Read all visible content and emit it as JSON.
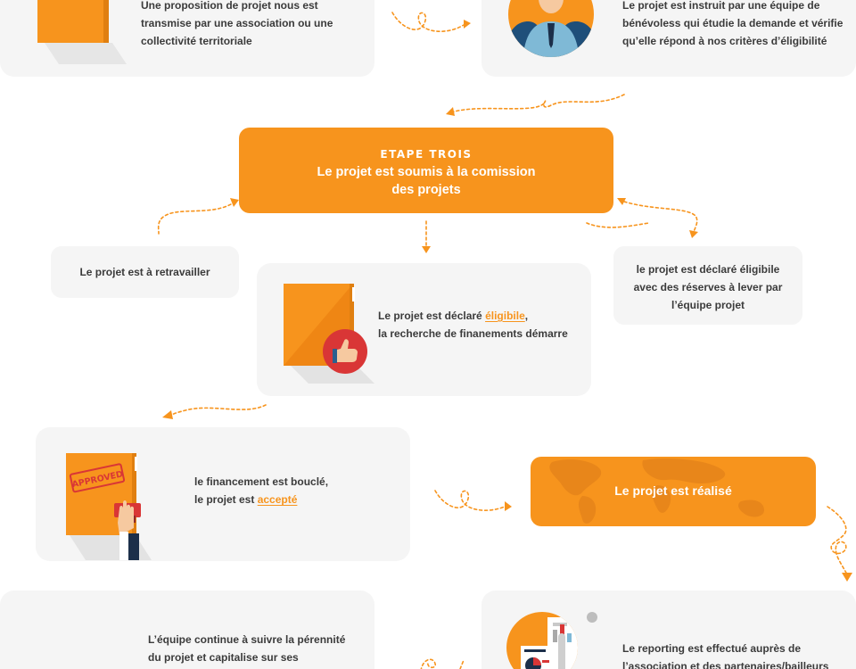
{
  "step1": {
    "text": "Une proposition de projet nous est transmise par une association ou une collectivité territoriale"
  },
  "step2": {
    "text": "Le projet est instruit par une équipe de bénévoless qui étudie la demande et vérifie qu’elle répond à nos critères d’éligibilité"
  },
  "step3": {
    "kicker": "ETAPE TROIS",
    "title": "Le projet est soumis à la comission des projets"
  },
  "outcome_left": {
    "text": "Le projet est à retravailler"
  },
  "outcome_center": {
    "text_before": "Le projet est déclaré",
    "highlight": "éligibile",
    "text_after": "la recherche de finanements démarre"
  },
  "outcome_right": {
    "text": "le projet est déclaré éligibile avec des réserves à lever par l’équipe projet"
  },
  "funding": {
    "line1": "le financement est bouclé,",
    "text_before": "le projet est",
    "highlight": "accepté",
    "stamp": "APPROVED"
  },
  "realized": {
    "text": "Le projet est réalisé"
  },
  "followup": {
    "text": "L’équipe continue à suivre la pérennité du projet et capitalise sur ses"
  },
  "reporting": {
    "text": "Le reporting est effectué auprès de l’association et des partenaires/bailleurs"
  },
  "colors": {
    "accent": "#f7941d",
    "card": "#f5f5f5",
    "text": "#3b3b3b"
  }
}
